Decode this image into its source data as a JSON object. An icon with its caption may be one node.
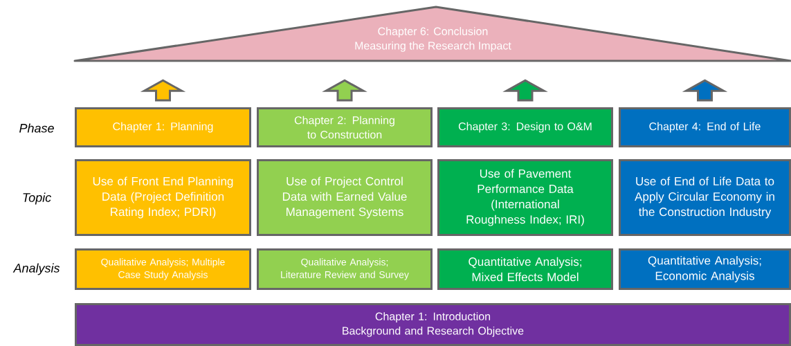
{
  "diagram": {
    "nodes": [
      {
        "text": [
          "Chapter 6: Conclusion",
          "Measuring the Research Impact"
        ]
      },
      {
        "text": [
          "Chapter 1: Planning"
        ]
      },
      {
        "text": [
          "Chapter 2: Planning to Construction"
        ]
      },
      {
        "text": [
          "Chapter 3: Design to O&M"
        ]
      },
      {
        "text": [
          "Chapter 4: End of Life"
        ]
      },
      {
        "text": [
          "Use of Front End Planning Data (Project Definition Rating Index; PDRI)"
        ]
      },
      {
        "text": [
          "Use of Project Control Data with Earned Value Management Systems"
        ]
      },
      {
        "text": [
          "Use of Pavement Performance Data (International Roughness Index; IRI)"
        ]
      },
      {
        "text": [
          "Use of End of Life Data to Apply Circular Economy in the Construction Industry"
        ]
      },
      {
        "text": [
          "Qualitative Analysis; Multiple Case Study Analysis"
        ]
      },
      {
        "text": [
          "Qualitative Analysis; Literature Review and Survey"
        ]
      },
      {
        "text": [
          "Quantitative Analysis; Mixed Effects Model"
        ]
      },
      {
        "text": [
          "Quantitative Analysis; Economic Analysis"
        ]
      },
      {
        "text": [
          "Chapter 1: Introduction",
          "Background and Research Objective"
        ]
      }
    ],
    "edges": [
      {
        "from": 1,
        "to": 0,
        "arrow": "to",
        "color": "#ffc000"
      },
      {
        "from": 2,
        "to": 0,
        "arrow": "to",
        "color": "#92d050"
      },
      {
        "from": 3,
        "to": 0,
        "arrow": "to",
        "color": "#00b050"
      },
      {
        "from": 4,
        "to": 0,
        "arrow": "to",
        "color": "#0070c0"
      }
    ],
    "labels": [
      "Phase",
      "Topic",
      "Analysis"
    ]
  }
}
